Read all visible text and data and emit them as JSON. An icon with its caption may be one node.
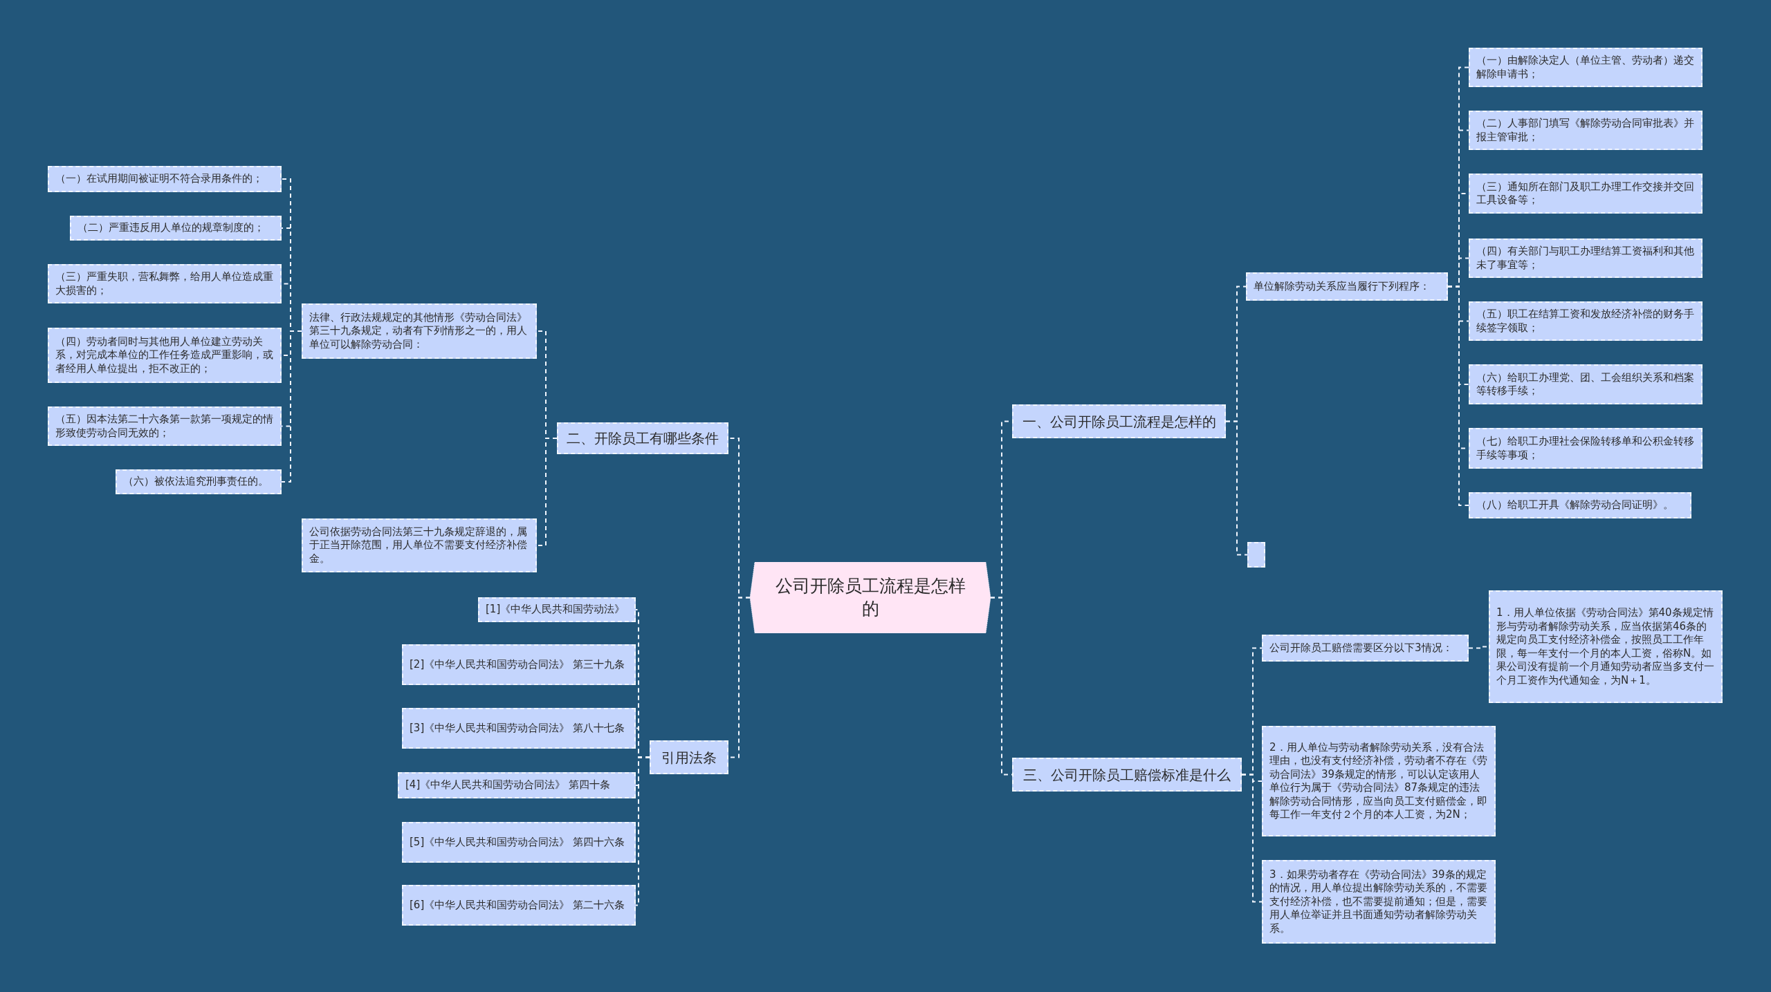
{
  "diagram": {
    "nodes": [
      {
        "text": [
          "公司开除员工流程是怎样的"
        ]
      },
      {
        "text": [
          "二、开除员工有哪些条件"
        ]
      },
      {
        "text": [
          "法律、行政法规规定的其他情形《劳动合同法》第三十九条规定，动者有下列情形之一的，用人单位可以解除劳动合同："
        ]
      },
      {
        "text": [
          "（一）在试用期间被证明不符合录用条件的；"
        ]
      },
      {
        "text": [
          "（二）严重违反用人单位的规章制度的；"
        ]
      },
      {
        "text": [
          "（三）严重失职，营私舞弊，给用人单位造成重大损害的；"
        ]
      },
      {
        "text": [
          "（四）劳动者同时与其他用人单位建立劳动关系，对完成本单位的工作任务造成严重影响，或者经用人单位提出，拒不改正的；"
        ]
      },
      {
        "text": [
          "（五）因本法第二十六条第一款第一项规定的情形致使劳动合同无效的；"
        ]
      },
      {
        "text": [
          "（六）被依法追究刑事责任的。"
        ]
      },
      {
        "text": [
          "公司依据劳动合同法第三十九条规定辞退的，属于正当开除范围，用人单位不需要支付经济补偿金。"
        ]
      },
      {
        "text": [
          "引用法条"
        ]
      },
      {
        "text": [
          "[1]《中华人民共和国劳动法》"
        ]
      },
      {
        "text": [
          "[2]《中华人民共和国劳动合同法》 第三十九条"
        ]
      },
      {
        "text": [
          "[3]《中华人民共和国劳动合同法》 第八十七条"
        ]
      },
      {
        "text": [
          "[4]《中华人民共和国劳动合同法》 第四十条"
        ]
      },
      {
        "text": [
          "[5]《中华人民共和国劳动合同法》 第四十六条"
        ]
      },
      {
        "text": [
          "[6]《中华人民共和国劳动合同法》 第二十六条"
        ]
      },
      {
        "text": [
          "一、公司开除员工流程是怎样的"
        ]
      },
      {
        "text": [
          "单位解除劳动关系应当履行下列程序："
        ]
      },
      {
        "text": [
          "（一）由解除决定人（单位主管、劳动者）递交解除申请书；"
        ]
      },
      {
        "text": [
          "（二）人事部门填写《解除劳动合同审批表》并报主管审批；"
        ]
      },
      {
        "text": [
          "（三）通知所在部门及职工办理工作交接并交回工具设备等；"
        ]
      },
      {
        "text": [
          "（四）有关部门与职工办理结算工资福利和其他未了事宜等；"
        ]
      },
      {
        "text": [
          "（五）职工在结算工资和发放经济补偿的财务手续签字领取；"
        ]
      },
      {
        "text": [
          "（六）给职工办理党、团、工会组织关系和档案等转移手续；"
        ]
      },
      {
        "text": [
          "（七）给职工办理社会保险转移单和公积金转移手续等事项；"
        ]
      },
      {
        "text": [
          "（八）给职工开具《解除劳动合同证明》。"
        ]
      },
      {
        "text": [],
        "shape": "box"
      },
      {
        "text": [
          "三、公司开除员工赔偿标准是什么"
        ]
      },
      {
        "text": [
          "公司开除员工赔偿需要区分以下3情况："
        ]
      },
      {
        "text": [
          "1．用人单位依据《劳动合同法》第40条规定情形与劳动者解除劳动关系，应当依据第46条的规定向员工支付经济补偿金，按照员工工作年限，每一年支付一个月的本人工资，俗称N。如果公司没有提前一个月通知劳动者应当多支付一个月工资作为代通知金，为N＋1。"
        ]
      },
      {
        "text": [
          "2．用人单位与劳动者解除劳动关系，没有合法理由，也没有支付经济补偿，劳动者不存在《劳动合同法》39条规定的情形，可以认定该用人单位行为属于《劳动合同法》87条规定的违法解除劳动合同情形，应当向员工支付赔偿金，即每工作一年支付２个月的本人工资，为2N；"
        ]
      },
      {
        "text": [
          "3．如果劳动者存在《劳动合同法》39条的规定的情况，用人单位提出解除劳动关系的，不需要支付经济补偿，也不需要提前通知；但是，需要用人单位举证并且书面通知劳动者解除劳动关系。"
        ]
      }
    ],
    "edges": [
      {
        "from": 0,
        "to": 1,
        "arrow": "none"
      },
      {
        "from": 1,
        "to": 2,
        "arrow": "none"
      },
      {
        "from": 2,
        "to": 3,
        "arrow": "none"
      },
      {
        "from": 2,
        "to": 4,
        "arrow": "none"
      },
      {
        "from": 2,
        "to": 5,
        "arrow": "none"
      },
      {
        "from": 2,
        "to": 6,
        "arrow": "none"
      },
      {
        "from": 2,
        "to": 7,
        "arrow": "none"
      },
      {
        "from": 2,
        "to": 8,
        "arrow": "none"
      },
      {
        "from": 1,
        "to": 9,
        "arrow": "none"
      },
      {
        "from": 0,
        "to": 10,
        "arrow": "none"
      },
      {
        "from": 10,
        "to": 11,
        "arrow": "none"
      },
      {
        "from": 10,
        "to": 12,
        "arrow": "none"
      },
      {
        "from": 10,
        "to": 13,
        "arrow": "none"
      },
      {
        "from": 10,
        "to": 14,
        "arrow": "none"
      },
      {
        "from": 10,
        "to": 15,
        "arrow": "none"
      },
      {
        "from": 10,
        "to": 16,
        "arrow": "none"
      },
      {
        "from": 0,
        "to": 17,
        "arrow": "none"
      },
      {
        "from": 17,
        "to": 18,
        "arrow": "none"
      },
      {
        "from": 18,
        "to": 19,
        "arrow": "none"
      },
      {
        "from": 18,
        "to": 20,
        "arrow": "none"
      },
      {
        "from": 18,
        "to": 21,
        "arrow": "none"
      },
      {
        "from": 18,
        "to": 22,
        "arrow": "none"
      },
      {
        "from": 18,
        "to": 23,
        "arrow": "none"
      },
      {
        "from": 18,
        "to": 24,
        "arrow": "none"
      },
      {
        "from": 18,
        "to": 25,
        "arrow": "none"
      },
      {
        "from": 18,
        "to": 26,
        "arrow": "none"
      },
      {
        "from": 17,
        "to": 27,
        "arrow": "none"
      },
      {
        "from": 0,
        "to": 28,
        "arrow": "none"
      },
      {
        "from": 28,
        "to": 29,
        "arrow": "none"
      },
      {
        "from": 29,
        "to": 30,
        "arrow": "none"
      },
      {
        "from": 28,
        "to": 31,
        "arrow": "none"
      },
      {
        "from": 28,
        "to": 32,
        "arrow": "none"
      }
    ]
  }
}
